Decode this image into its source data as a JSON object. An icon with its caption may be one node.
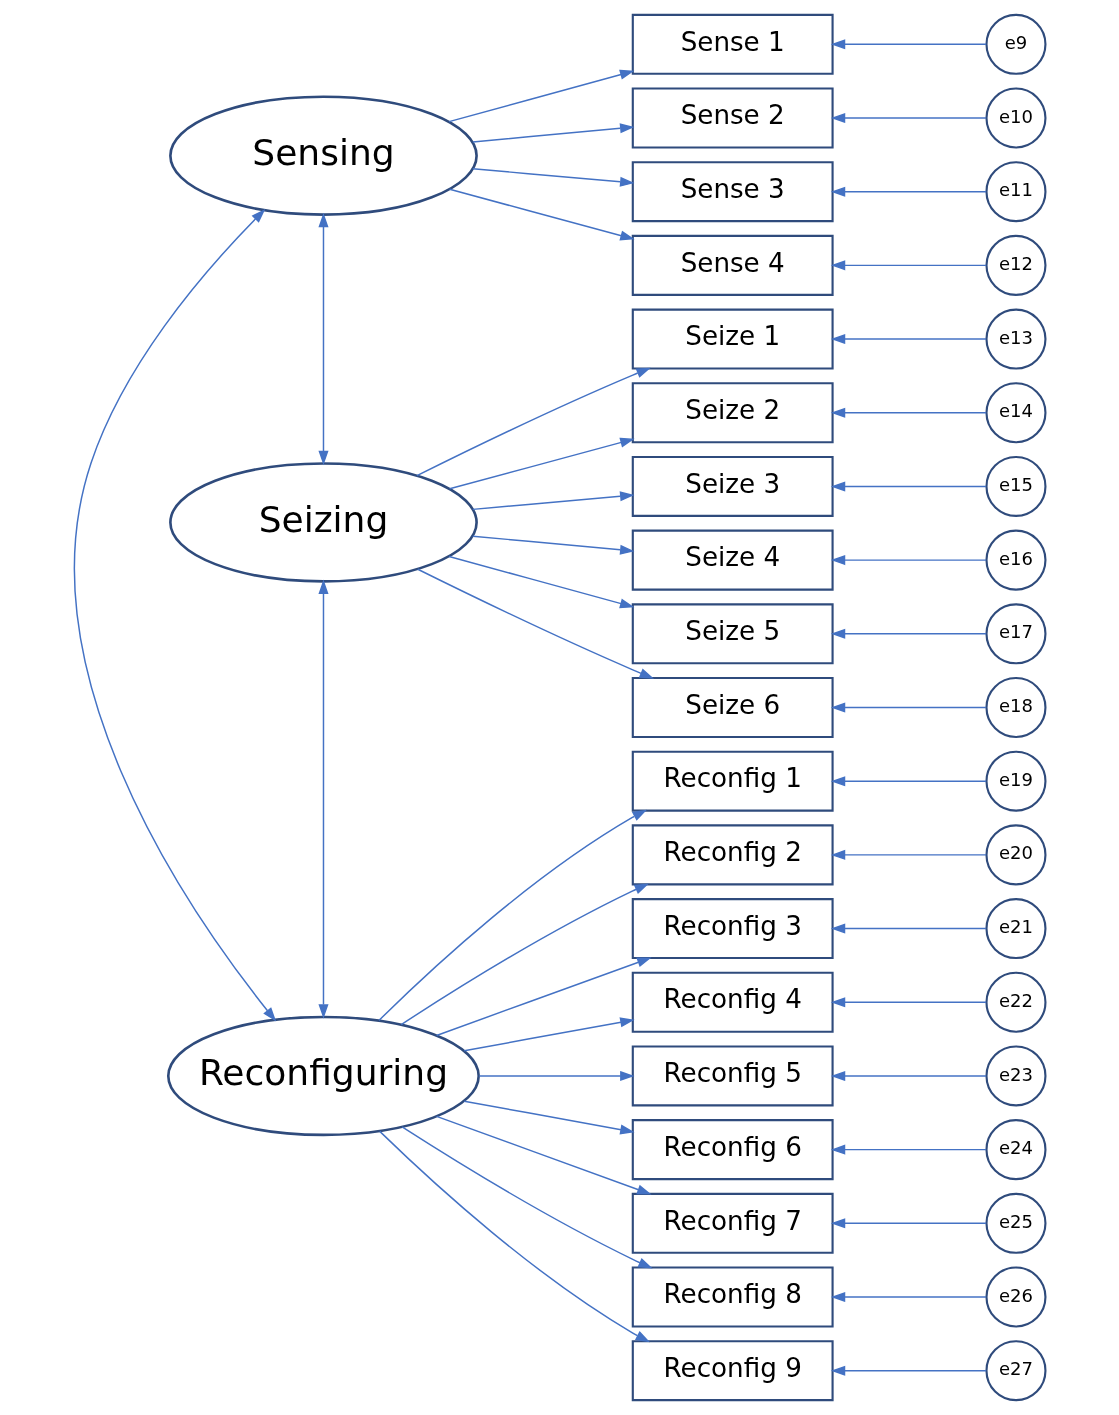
{
  "diagram": {
    "nodes": [
      {
        "text": [
          "Sensing"
        ]
      },
      {
        "text": [
          "Seizing"
        ]
      },
      {
        "text": [
          "Reconfiguring"
        ]
      },
      {
        "text": [
          "Sense 1"
        ]
      },
      {
        "text": [
          "Sense 2"
        ]
      },
      {
        "text": [
          "Sense 3"
        ]
      },
      {
        "text": [
          "Sense 4"
        ]
      },
      {
        "text": [
          "Seize 1"
        ]
      },
      {
        "text": [
          "Seize 2"
        ]
      },
      {
        "text": [
          "Seize 3"
        ]
      },
      {
        "text": [
          "Seize 4"
        ]
      },
      {
        "text": [
          "Seize 5"
        ]
      },
      {
        "text": [
          "Seize 6"
        ]
      },
      {
        "text": [
          "Reconfig 1"
        ]
      },
      {
        "text": [
          "Reconfig 2"
        ]
      },
      {
        "text": [
          "Reconfig 3"
        ]
      },
      {
        "text": [
          "Reconfig 4"
        ]
      },
      {
        "text": [
          "Reconfig 5"
        ]
      },
      {
        "text": [
          "Reconfig 6"
        ]
      },
      {
        "text": [
          "Reconfig 7"
        ]
      },
      {
        "text": [
          "Reconfig 8"
        ]
      },
      {
        "text": [
          "Reconfig 9"
        ]
      },
      {
        "text": [
          "e9"
        ]
      },
      {
        "text": [
          "e10"
        ]
      },
      {
        "text": [
          "e11"
        ]
      },
      {
        "text": [
          "e12"
        ]
      },
      {
        "text": [
          "e13"
        ]
      },
      {
        "text": [
          "e14"
        ]
      },
      {
        "text": [
          "e15"
        ]
      },
      {
        "text": [
          "e16"
        ]
      },
      {
        "text": [
          "e17"
        ]
      },
      {
        "text": [
          "e18"
        ]
      },
      {
        "text": [
          "e19"
        ]
      },
      {
        "text": [
          "e20"
        ]
      },
      {
        "text": [
          "e21"
        ]
      },
      {
        "text": [
          "e22"
        ]
      },
      {
        "text": [
          "e23"
        ]
      },
      {
        "text": [
          "e24"
        ]
      },
      {
        "text": [
          "e25"
        ]
      },
      {
        "text": [
          "e26"
        ]
      },
      {
        "text": [
          "e27"
        ]
      }
    ],
    "edges": [
      {
        "from": 0,
        "to": 3,
        "arrow": "to"
      },
      {
        "from": 0,
        "to": 4,
        "arrow": "to"
      },
      {
        "from": 0,
        "to": 5,
        "arrow": "to"
      },
      {
        "from": 0,
        "to": 6,
        "arrow": "to"
      },
      {
        "from": 1,
        "to": 7,
        "arrow": "to"
      },
      {
        "from": 1,
        "to": 8,
        "arrow": "to"
      },
      {
        "from": 1,
        "to": 9,
        "arrow": "to"
      },
      {
        "from": 1,
        "to": 10,
        "arrow": "to"
      },
      {
        "from": 1,
        "to": 11,
        "arrow": "to"
      },
      {
        "from": 1,
        "to": 12,
        "arrow": "to"
      },
      {
        "from": 2,
        "to": 13,
        "arrow": "to"
      },
      {
        "from": 2,
        "to": 14,
        "arrow": "to"
      },
      {
        "from": 2,
        "to": 15,
        "arrow": "to"
      },
      {
        "from": 2,
        "to": 16,
        "arrow": "to"
      },
      {
        "from": 2,
        "to": 17,
        "arrow": "to"
      },
      {
        "from": 2,
        "to": 18,
        "arrow": "to"
      },
      {
        "from": 2,
        "to": 19,
        "arrow": "to"
      },
      {
        "from": 2,
        "to": 20,
        "arrow": "to"
      },
      {
        "from": 2,
        "to": 21,
        "arrow": "to"
      },
      {
        "from": 22,
        "to": 3,
        "arrow": "to"
      },
      {
        "from": 23,
        "to": 4,
        "arrow": "to"
      },
      {
        "from": 24,
        "to": 5,
        "arrow": "to"
      },
      {
        "from": 25,
        "to": 6,
        "arrow": "to"
      },
      {
        "from": 26,
        "to": 7,
        "arrow": "to"
      },
      {
        "from": 27,
        "to": 8,
        "arrow": "to"
      },
      {
        "from": 28,
        "to": 9,
        "arrow": "to"
      },
      {
        "from": 29,
        "to": 10,
        "arrow": "to"
      },
      {
        "from": 30,
        "to": 11,
        "arrow": "to"
      },
      {
        "from": 31,
        "to": 12,
        "arrow": "to"
      },
      {
        "from": 32,
        "to": 13,
        "arrow": "to"
      },
      {
        "from": 33,
        "to": 14,
        "arrow": "to"
      },
      {
        "from": 34,
        "to": 15,
        "arrow": "to"
      },
      {
        "from": 35,
        "to": 16,
        "arrow": "to"
      },
      {
        "from": 36,
        "to": 17,
        "arrow": "to"
      },
      {
        "from": 37,
        "to": 18,
        "arrow": "to"
      },
      {
        "from": 38,
        "to": 19,
        "arrow": "to"
      },
      {
        "from": 39,
        "to": 20,
        "arrow": "to"
      },
      {
        "from": 40,
        "to": 21,
        "arrow": "to"
      },
      {
        "from": 0,
        "to": 1,
        "arrow": "both"
      },
      {
        "from": 1,
        "to": 2,
        "arrow": "both"
      },
      {
        "from": 0,
        "to": 2,
        "arrow": "both"
      }
    ]
  }
}
